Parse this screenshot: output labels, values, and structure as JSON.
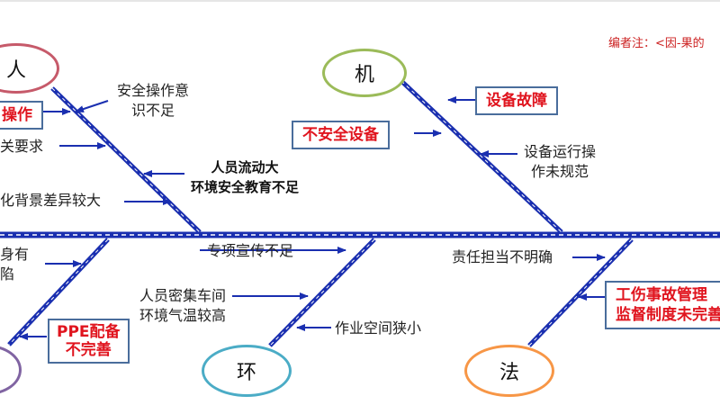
{
  "note": "编者注：<因-果的",
  "categories": {
    "ren": "人",
    "ji": "机",
    "huan": "环",
    "fa": "法"
  },
  "boxes": {
    "caozuo": "操作",
    "buanquan_shebei": "不安全设备",
    "shebei_guzhang": "设备故障",
    "ppe_line1": "PPE配备",
    "ppe_line2": "不完善",
    "gongshang_line1": "工伤事故管理",
    "gongshang_line2": "监督制度未完善"
  },
  "labels": {
    "anquan_line1": "安全操作意",
    "anquan_line2": "识不足",
    "xiangguan": "相关要求",
    "liudong_line1": "人员流动大",
    "liudong_line2": "环境安全教育不足",
    "wenhua": "文化背景差异较大",
    "yunxing_line1": "设备运行操",
    "yunxing_line2": "作未规范",
    "shenyou_line1": "本身有",
    "shenyou_line2": "缺陷",
    "zhuanxiang": "专项宣传不足",
    "mimji_line1": "人员密集车间",
    "mimji_line2": "环境气温较高",
    "kongjian": "作业空间狭小",
    "zeren": "责任担当不明确"
  },
  "colors": {
    "spine": "#1a2fb0",
    "arrow": "#1a2fb0",
    "oval_ren": "#c65a6a",
    "oval_ji": "#9bbb59",
    "oval_huan": "#4bacc6",
    "oval_fa": "#f79646",
    "oval_left": "#8064a2",
    "box_border": "#4a6d9c",
    "box_text": "#e0141e"
  }
}
